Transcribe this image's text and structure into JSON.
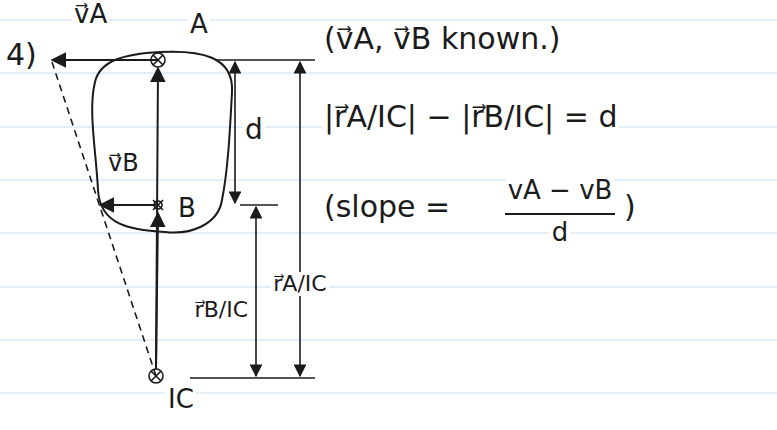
{
  "diagram": {
    "labels": [
      "4)",
      "v⃗A",
      "A",
      "v⃗B",
      "B",
      "d",
      "r⃗A/IC",
      "r⃗B/IC",
      "IC",
      "(v⃗A, v⃗B known.)",
      "|r⃗A/IC| − |r⃗B/IC| = d",
      "(slope =",
      "vA − vB",
      "d",
      ")"
    ]
  }
}
